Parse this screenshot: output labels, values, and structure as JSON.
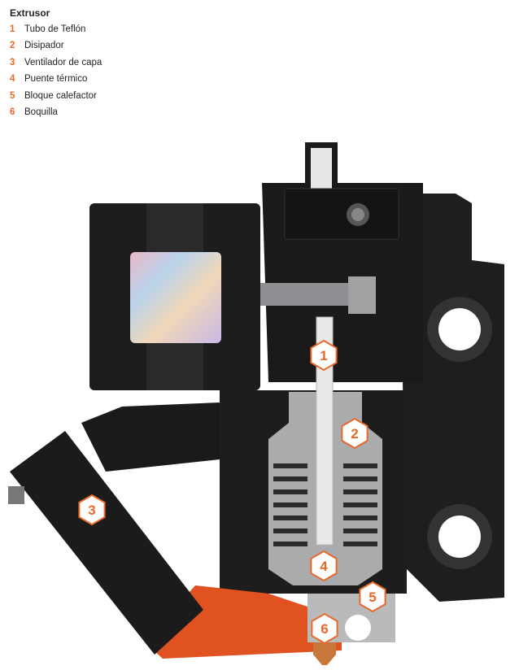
{
  "legend": {
    "title": "Extrusor",
    "items": [
      {
        "number": "1",
        "label": "Tubo de Teflón"
      },
      {
        "number": "2",
        "label": "Disipador"
      },
      {
        "number": "3",
        "label": "Ventilador de capa"
      },
      {
        "number": "4",
        "label": "Puente térmico"
      },
      {
        "number": "5",
        "label": "Bloque calefactor"
      },
      {
        "number": "6",
        "label": "Boquilla"
      }
    ]
  },
  "markers": [
    "1",
    "2",
    "3",
    "4",
    "5",
    "6"
  ],
  "colors": {
    "accent": "#e8692a",
    "body": "#1c1c1c",
    "heatsink": "#a9abad",
    "nozzle": "#c8773a"
  }
}
